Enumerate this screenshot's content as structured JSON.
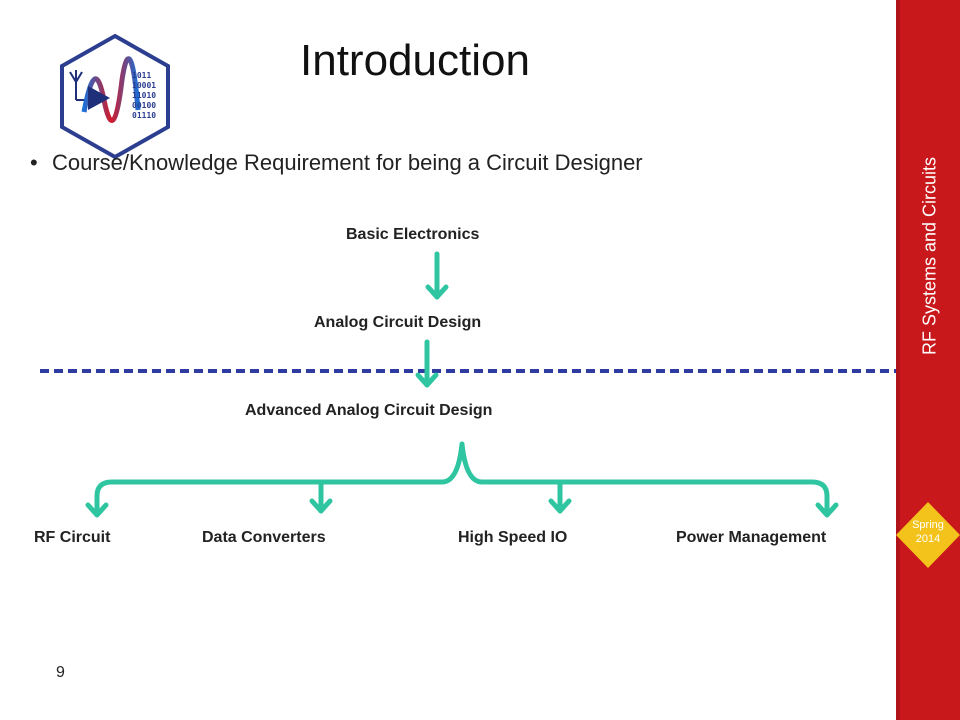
{
  "slide": {
    "title": "Introduction",
    "bullet": "Course/Knowledge Requirement for being a Circuit Designer",
    "page_number": "9"
  },
  "diagram": {
    "basic": "Basic Electronics",
    "analog": "Analog Circuit Design",
    "advanced": "Advanced Analog Circuit Design",
    "leaves": [
      "RF Circuit",
      "Data Converters",
      "High Speed IO",
      "Power Management"
    ]
  },
  "sidebar": {
    "course": "RF Systems and Circuits",
    "term_line1": "Spring",
    "term_line2": "2014"
  },
  "logo": {
    "binary": [
      "1011",
      "10001",
      "11010",
      "00100",
      "01110"
    ]
  },
  "colors": {
    "arrow": "#2fc5a0",
    "dash": "#2e3ba0",
    "sidebar": "#c8181b",
    "badge": "#f3c31c"
  }
}
